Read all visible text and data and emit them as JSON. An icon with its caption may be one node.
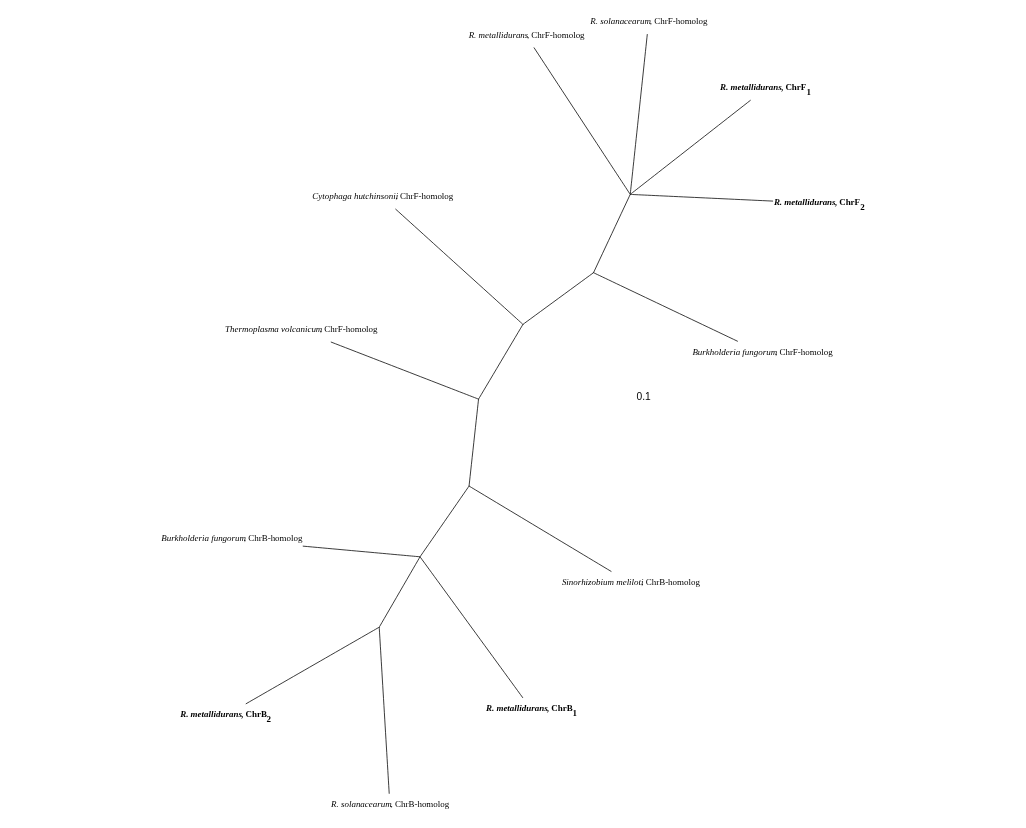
{
  "diagram": {
    "nodes": [
      {
        "text": [
          "*R. metallidurans*, ChrF-homolog"
        ]
      },
      {
        "text": [
          "***R. metallidurans*, ChrF$_{2}$**"
        ]
      },
      {
        "text": [
          "*Burkholderia fungorum*, ChrF-homolog"
        ]
      },
      {
        "text": [
          "*R. solanacearum*, ChrF-homolog"
        ]
      },
      {
        "text": [
          "***R. metallidurans*, ChrF$_{1}$**"
        ]
      },
      {
        "text": [
          "*Cytophaga hutchinsonii*, ChrF-homolog"
        ]
      },
      {
        "text": [
          "*Thermoplasma volcanicum*, ChrF-homolog"
        ]
      },
      {
        "text": [
          "*R. solanacearum*, ChrB-homolog"
        ]
      },
      {
        "text": [
          "***R. metallidurans*, ChrB$_{2}$**"
        ]
      },
      {
        "text": [
          "***R. metallidurans*, ChrB$_{1}$**"
        ]
      },
      {
        "text": [
          "*Sinorhizobium meliloti*, ChrB-homolog"
        ]
      },
      {
        "text": [
          "*Burkholderia fungorum*, ChrB-homolog"
        ]
      },
      {
        "text": [],
        "shape": "point"
      },
      {
        "text": [],
        "shape": "point"
      },
      {
        "text": [],
        "shape": "point"
      },
      {
        "text": [],
        "shape": "point"
      },
      {
        "text": [],
        "shape": "point"
      },
      {
        "text": [],
        "shape": "point"
      },
      {
        "text": [],
        "shape": "point"
      }
    ],
    "edges": [
      {
        "from": 12,
        "to": 0,
        "arrow": "none"
      },
      {
        "from": 12,
        "to": 1,
        "arrow": "none"
      },
      {
        "from": 12,
        "to": 3,
        "arrow": "none"
      },
      {
        "from": 12,
        "to": 4,
        "arrow": "none"
      },
      {
        "from": 13,
        "to": 12,
        "arrow": "none"
      },
      {
        "from": 13,
        "to": 2,
        "arrow": "none"
      },
      {
        "from": 14,
        "to": 13,
        "arrow": "none"
      },
      {
        "from": 14,
        "to": 5,
        "arrow": "none"
      },
      {
        "from": 14,
        "to": 15,
        "arrow": "none"
      },
      {
        "from": 15,
        "to": 6,
        "arrow": "none"
      },
      {
        "from": 15,
        "to": 16,
        "arrow": "none"
      },
      {
        "from": 16,
        "to": 10,
        "arrow": "none"
      },
      {
        "from": 16,
        "to": 18,
        "arrow": "none"
      },
      {
        "from": 18,
        "to": 17,
        "arrow": "none"
      },
      {
        "from": 17,
        "to": 7,
        "arrow": "none"
      },
      {
        "from": 17,
        "to": 8,
        "arrow": "none"
      },
      {
        "from": 18,
        "to": 9,
        "arrow": "none"
      },
      {
        "from": 18,
        "to": 11,
        "arrow": "none"
      }
    ],
    "labels": [
      "0.1"
    ]
  }
}
